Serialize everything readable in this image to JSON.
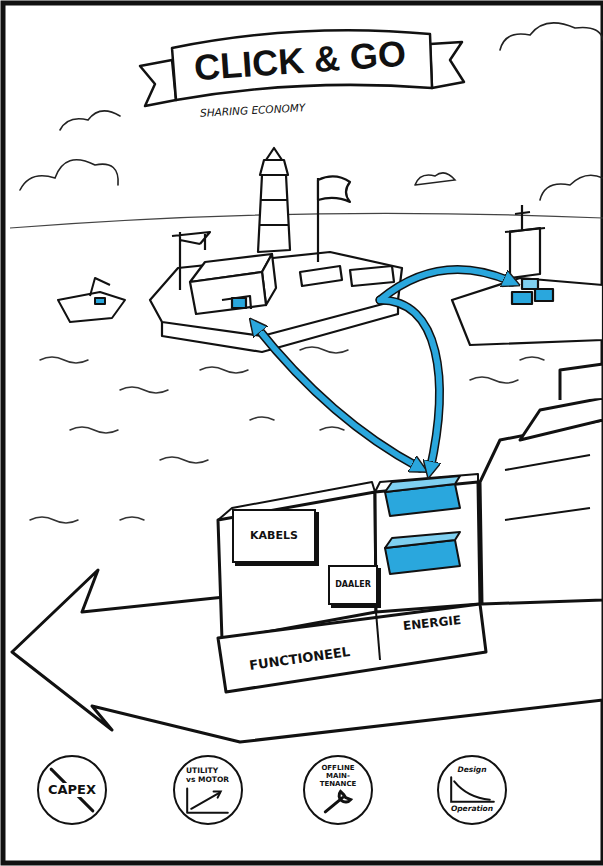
{
  "diagram": {
    "title": "CLICK & GO",
    "nodes": [
      {
        "text": [
          "FUNCTIONEEL"
        ]
      },
      {
        "text": [
          "KABELS"
        ],
        "in": 0
      },
      {
        "text": [
          "DAALER"
        ],
        "in": 0
      },
      {
        "text": [
          "ENERGIE"
        ]
      },
      {
        "text": [
          "CAPEX"
        ]
      },
      {
        "text": [
          "UTILITY vs MOTOR"
        ]
      },
      {
        "text": [
          "OFFLINE MAIN-TENANCE"
        ]
      },
      {
        "text": [
          "Design",
          "Operation"
        ]
      }
    ],
    "labels": [
      "SHARING ECONOMY"
    ]
  }
}
